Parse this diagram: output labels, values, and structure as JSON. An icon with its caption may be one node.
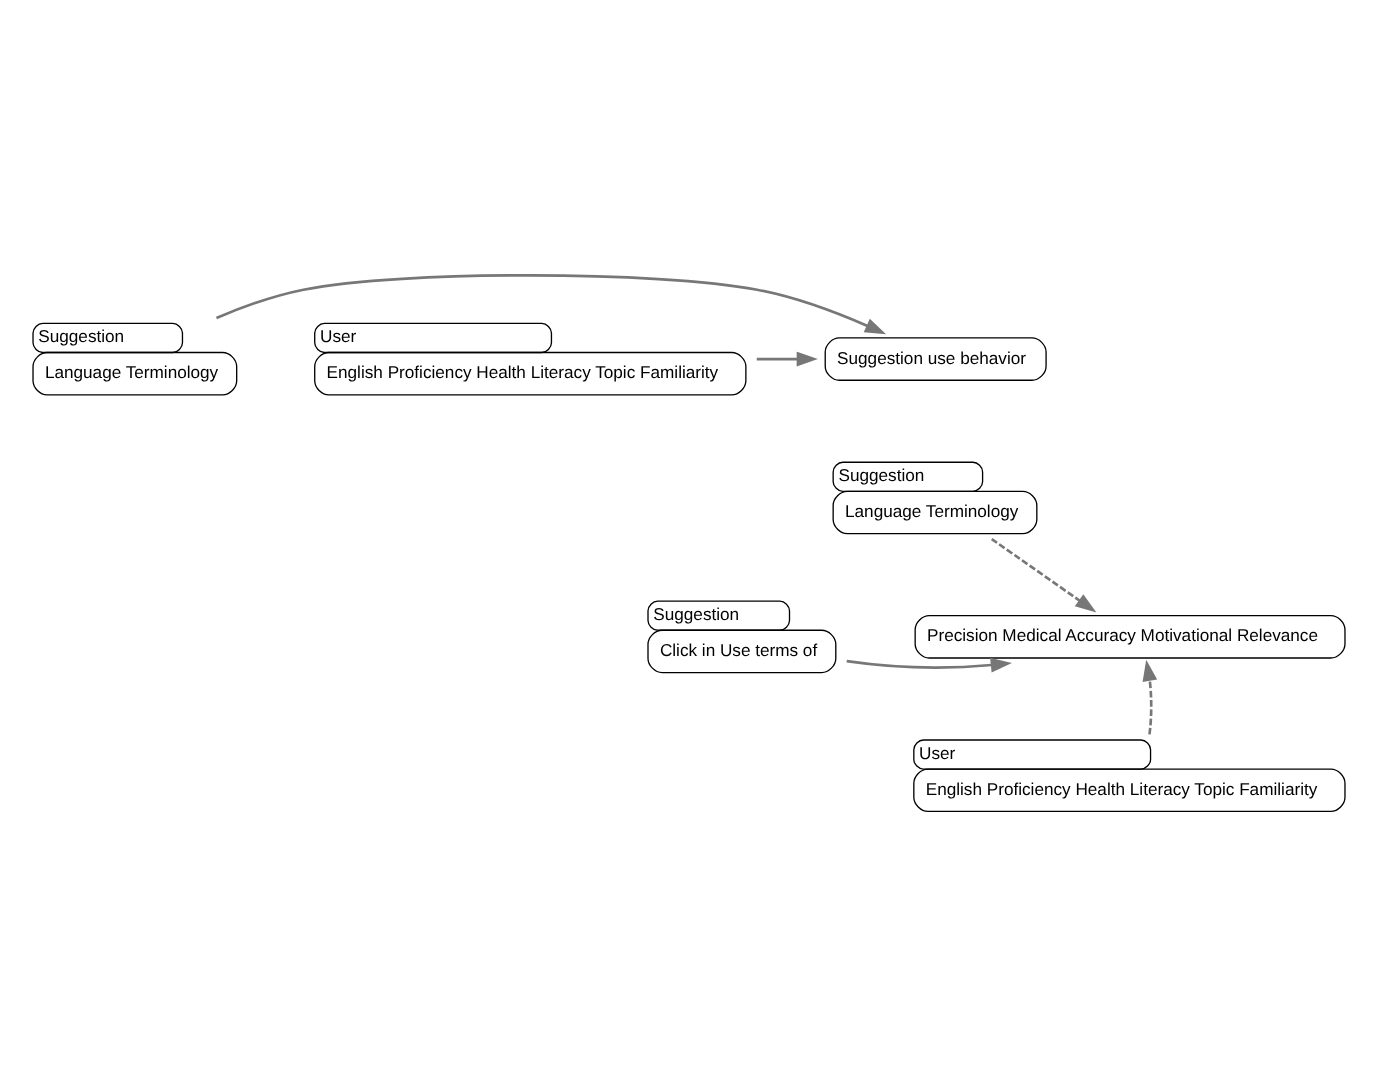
{
  "diagram": {
    "nodes": [
      {
        "text": [
          "Suggestion",
          "Language Terminology"
        ]
      },
      {
        "text": [
          "Suggestion use behavior"
        ]
      },
      {
        "text": [
          "User",
          "English Proficiency Health Literacy Topic Familiarity"
        ]
      },
      {
        "text": [
          "Suggestion",
          "Language Terminology"
        ]
      },
      {
        "text": [
          "Suggestion",
          "Click in Use terms of"
        ]
      },
      {
        "text": [
          "Precision Medical Accuracy Motivational Relevance"
        ]
      },
      {
        "text": [
          "User",
          "English Proficiency Health Literacy Topic Familiarity"
        ]
      }
    ],
    "edges": [
      {
        "from": 0,
        "to": 1,
        "arrow": "to"
      },
      {
        "from": 2,
        "to": 1,
        "arrow": "to"
      },
      {
        "from": 3,
        "to": 5,
        "arrow": "to",
        "style": "dashed"
      },
      {
        "from": 4,
        "to": 5,
        "arrow": "to"
      },
      {
        "from": 6,
        "to": 5,
        "arrow": "to",
        "style": "dashed"
      }
    ]
  }
}
